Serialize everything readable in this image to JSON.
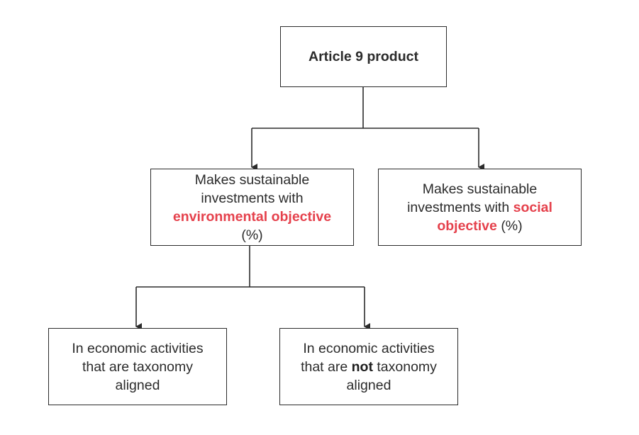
{
  "root": {
    "label": "Article 9 product"
  },
  "environmental": {
    "line1": "Makes sustainable",
    "line2": "investments with",
    "highlight": "environmental objective",
    "suffix": "(%)"
  },
  "social": {
    "line1": "Makes sustainable",
    "line2_prefix": "investments with",
    "highlight1": "social",
    "highlight2": "objective",
    "suffix": "(%)"
  },
  "aligned": {
    "line1": "In economic activities",
    "line2": "that are taxonomy",
    "line3": "aligned"
  },
  "not_aligned": {
    "line1": "In economic activities",
    "line2_prefix": "that are",
    "emphasis": "not",
    "line2_suffix": "taxonomy",
    "line3": "aligned"
  },
  "colors": {
    "highlight": "#e5414c",
    "line": "#2b2b2b"
  }
}
